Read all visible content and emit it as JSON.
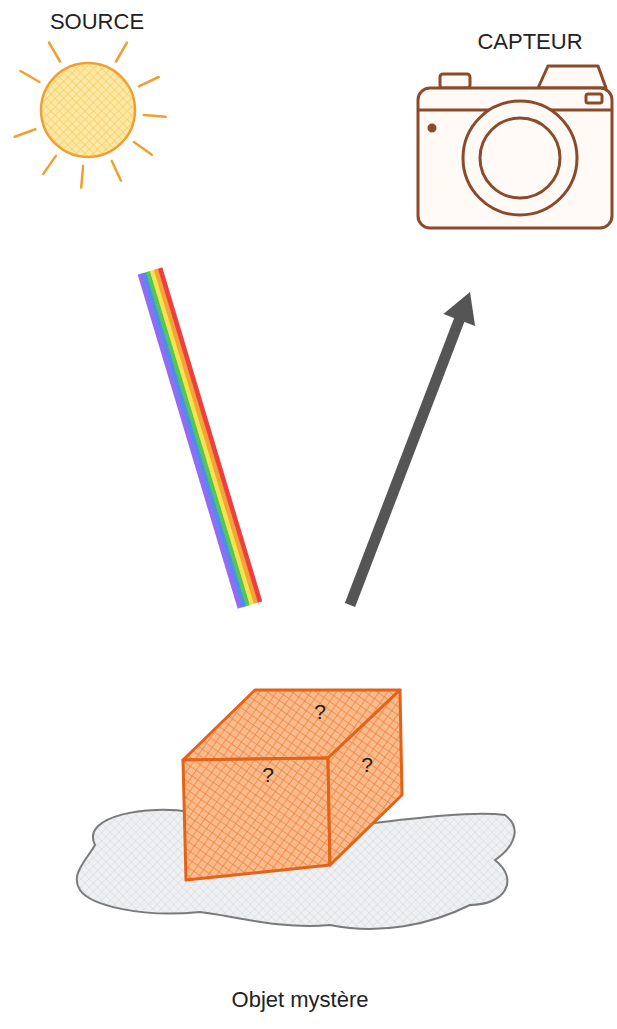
{
  "diagram": {
    "nodes": [
      {
        "text": [
          "SOURCE"
        ]
      },
      {
        "text": [
          "CAPTEUR"
        ]
      },
      {
        "text": [
          "?",
          "?",
          "?",
          "Objet mystère"
        ]
      }
    ],
    "edges": [
      {
        "from": 0,
        "to": 2,
        "arrow": "none"
      },
      {
        "from": 2,
        "to": 1,
        "arrow": "to"
      }
    ]
  }
}
